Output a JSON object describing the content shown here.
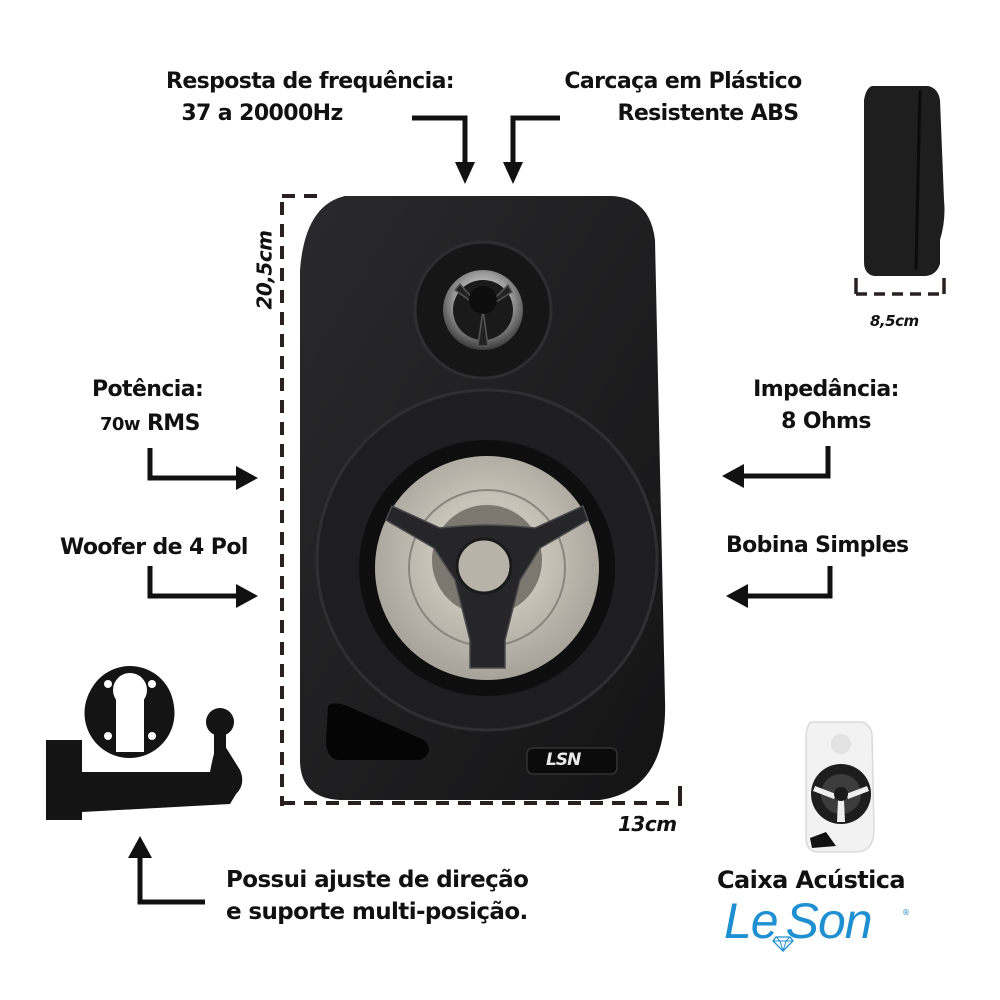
{
  "product": {
    "title": "Caixa Acústica",
    "brand": "Le Son",
    "brand_logo_left": "Le",
    "brand_logo_right": "Son",
    "brand_registered": "®",
    "front_badge": "LSN",
    "brand_color": "#1e8fd0"
  },
  "specs": {
    "frequency_response": {
      "label": "Resposta de frequência:",
      "value": "37 a 20000Hz"
    },
    "housing": {
      "label": "Carcaça em Plástico",
      "value": "Resistente ABS"
    },
    "power": {
      "label": "Potência:",
      "value_prefix": "70w",
      "value_suffix": "RMS"
    },
    "woofer": {
      "label": "Woofer de 4 Pol"
    },
    "impedance": {
      "label": "Impedância:",
      "value": "8 Ohms"
    },
    "coil": {
      "label": "Bobina Simples"
    },
    "mount": {
      "line1": "Possui ajuste de direção",
      "line2": "e suporte multi-posição."
    }
  },
  "dimensions": {
    "height": "20,5cm",
    "width": "13cm",
    "depth": "8,5cm"
  },
  "colors": {
    "speaker_body": "#1c1c1e",
    "cone": "#bdb8ae",
    "text": "#111111",
    "dash": "#2a2020"
  },
  "icons": [
    "arrow-down-icon",
    "arrow-right-icon",
    "arrow-left-icon",
    "arrow-up-icon",
    "diamond-icon"
  ]
}
